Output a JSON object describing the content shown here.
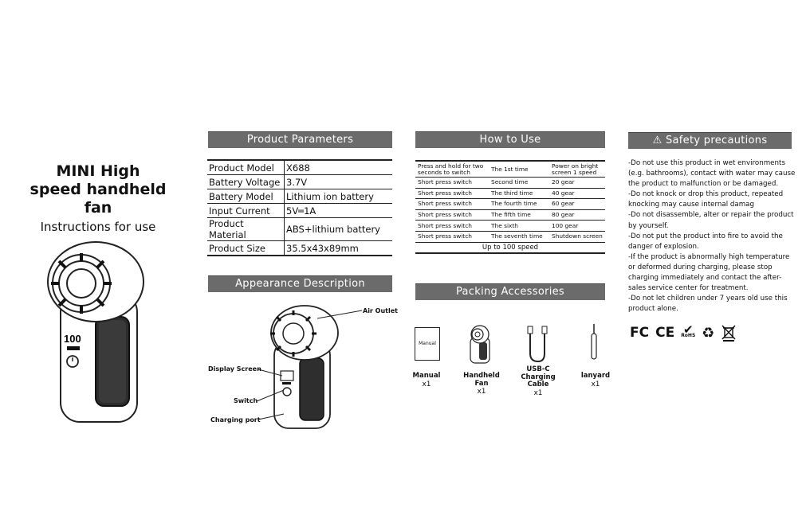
{
  "title": {
    "line1": "MINI High",
    "line2": "speed handheld fan",
    "subtitle": "Instructions for use"
  },
  "product_parameters": {
    "heading": "Product Parameters",
    "rows": [
      {
        "k": "Product Model",
        "v": "X688"
      },
      {
        "k": "Battery Voltage",
        "v": "3.7V"
      },
      {
        "k": "Battery Model",
        "v": "Lithium ion battery"
      },
      {
        "k": "Input Current",
        "v": "5V═1A"
      },
      {
        "k": "Product Material",
        "v": "ABS+lithium battery"
      },
      {
        "k": "Product Size",
        "v": "35.5x43x89mm"
      }
    ]
  },
  "how_to_use": {
    "heading": "How to Use",
    "rows": [
      {
        "a": "Press and hold for two seconds to switch",
        "b": "The 1st time",
        "c": "Power on bright screen 1 speed"
      },
      {
        "a": "Short press switch",
        "b": "Second time",
        "c": "20 gear"
      },
      {
        "a": "Short press switch",
        "b": "The third time",
        "c": "40 gear"
      },
      {
        "a": "Short press switch",
        "b": "The fourth time",
        "c": "60 gear"
      },
      {
        "a": "Short press switch",
        "b": "The fifth time",
        "c": "80 gear"
      },
      {
        "a": "Short press switch",
        "b": "The sixth",
        "c": "100 gear"
      },
      {
        "a": "Short press switch",
        "b": "The seventh time",
        "c": "Shutdown screen"
      }
    ],
    "footer": "Up to 100 speed"
  },
  "safety": {
    "heading": "Safety precautions",
    "items": [
      "-Do not use this product in wet environments (e.g. bathrooms), contact with water may cause the product to malfunction or be damaged.",
      "-Do not knock or drop this product, repeated knocking may cause internal damag",
      "-Do not disassemble, alter or repair the product by yourself.",
      "-Do not put the product into fire to avoid the danger of explosion.",
      "-If the product is abnormally high temperature or deformed during charging, please stop charging immediately and contact the after-sales service center for treatment.",
      "-Do not let children under 7 years old use this product alone."
    ],
    "marks": [
      "FC",
      "CE",
      "RoHS"
    ]
  },
  "appearance": {
    "heading": "Appearance Description",
    "labels": {
      "air": "Air Outlet",
      "display": "Display Screen",
      "switch": "Switch",
      "charging": "Charging port"
    }
  },
  "packing": {
    "heading": "Packing Accessories",
    "items": [
      {
        "name": "Manual",
        "qty": "x1",
        "box_label": "Manual"
      },
      {
        "name": "Handheld Fan",
        "qty": "x1"
      },
      {
        "name": "USB-C\nCharging Cable",
        "qty": "x1"
      },
      {
        "name": "lanyard",
        "qty": "x1"
      }
    ]
  },
  "fan_display": "100"
}
